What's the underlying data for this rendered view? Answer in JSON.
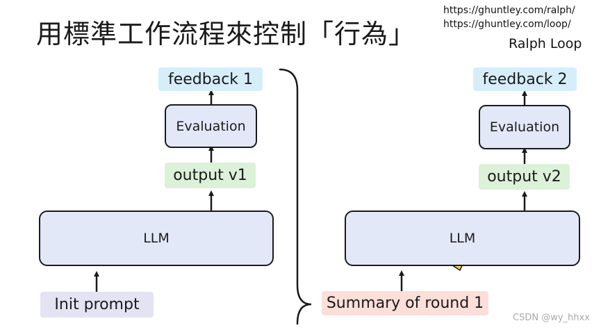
{
  "slide": {
    "title": "用標準工作流程來控制「行為」",
    "reference": {
      "links": [
        "https://ghuntley.com/ralph/",
        "https://ghuntley.com/loop/"
      ],
      "title": "Ralph Loop"
    }
  },
  "left_flow": {
    "feedback": "feedback 1",
    "evaluation": "Evaluation",
    "output": "output v1",
    "llm": "LLM",
    "input": "Init prompt"
  },
  "right_flow": {
    "feedback": "feedback 2",
    "evaluation": "Evaluation",
    "output": "output v2",
    "llm": "LLM",
    "input": "Summary of round 1"
  },
  "watermark": "CSDN @wy_hhxx",
  "colors": {
    "feedback_fill": "#d6eefa",
    "output_fill": "#dcf2d8",
    "block_fill": "#e3e8f8",
    "init_prompt_fill": "#e3e3f3",
    "summary_fill": "#fbdfd8",
    "stroke": "#1a1a1a"
  },
  "icons": [
    "pen-cursor-icon"
  ]
}
